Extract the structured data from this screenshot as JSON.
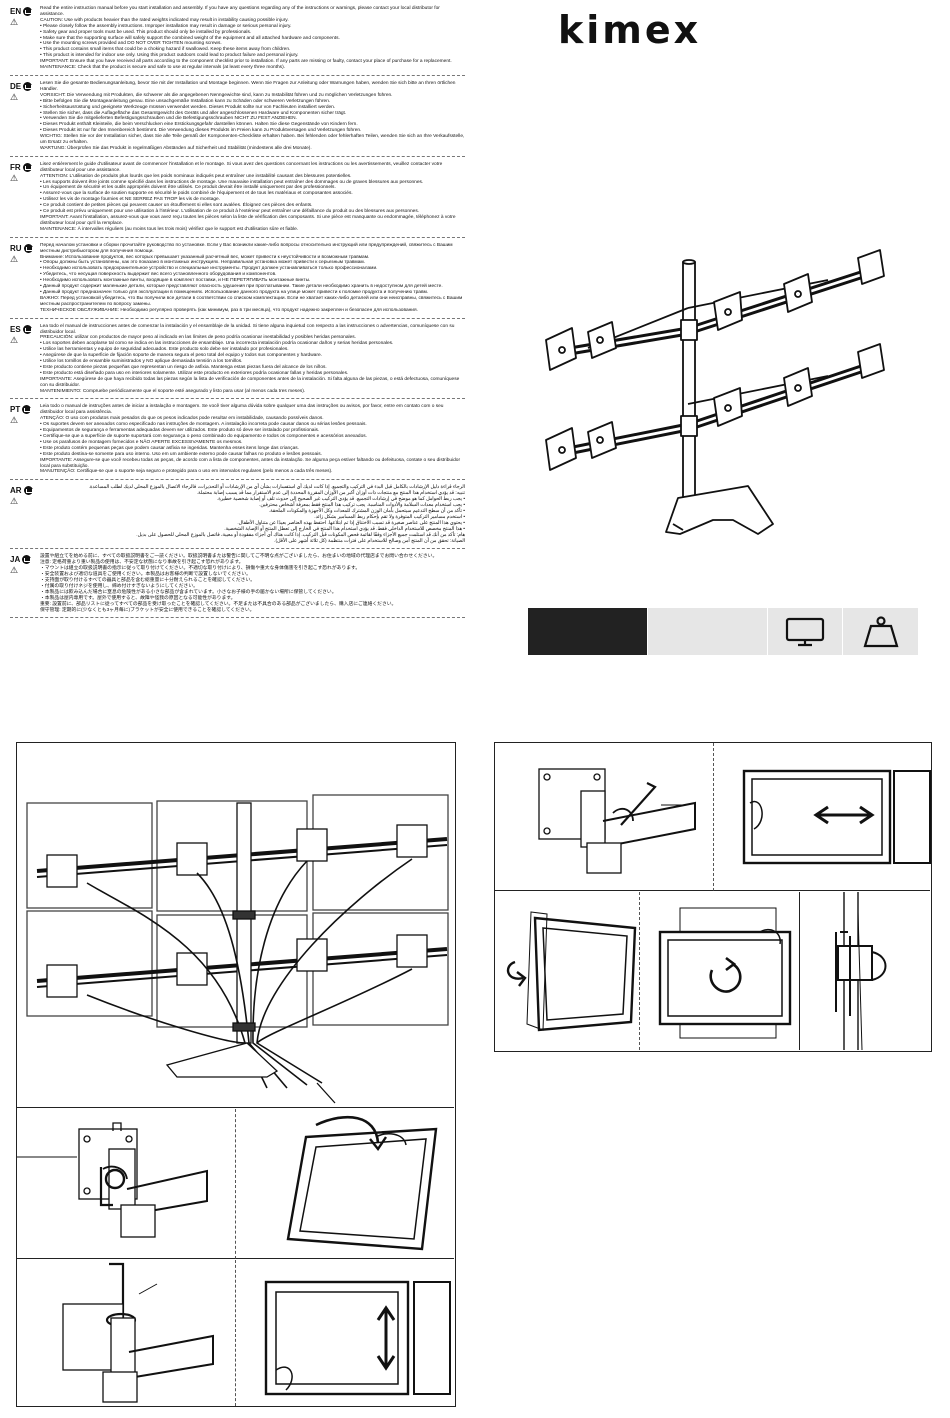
{
  "brand": {
    "logo_text": "kimex"
  },
  "icons": {
    "monitor": "monitor-icon",
    "weight": "weight-icon",
    "manual": "read-manual-icon",
    "warning": "warning-icon"
  },
  "colors": {
    "ink": "#111111",
    "spec_dark": "#222222",
    "spec_light": "#e6e6e6"
  },
  "sections": [
    {
      "code": "EN",
      "lines": [
        "Read the entire instruction manual before you start installation and assembly. If you have any questions regarding any of the instructions or warnings, please contact your local distributor for assistance.",
        "CAUTION: Use with products heavier than the rated weights indicated may result in instability causing possible injury.",
        "• Please closely follow the assembly instructions. Improper installation may result in damage or serious personal injury.",
        "• Safety gear and proper tools must be used. This product should only be installed by professionals.",
        "• Make sure that the supporting surface will safely support the combined weight of the equipment and all attached hardware and components.",
        "• Use the mounting screws provided and DO NOT OVER TIGHTEN mounting screws.",
        "• This product contains small items that could be a choking hazard if swallowed. Keep these items away from children.",
        "• This product is intended for indoor use only. Using this product outdoors could lead to product failure and personal injury.",
        "IMPORTANT: Ensure that you have received all parts according to the component checklist prior to installation. If any parts are missing or faulty, contact your place of purchase for a replacement.",
        "MAINTENANCE: Check that the product is secure and safe to use at regular intervals (at least every three months)."
      ]
    },
    {
      "code": "DE",
      "lines": [
        "Lesen Sie die gesamte Bedienungsanleitung, bevor Sie mit der Installation und Montage beginnen. Wenn Sie Fragen zur Anleitung oder Warnungen haben, wenden Sie sich bitte an Ihren örtlichen Händler.",
        "VORSICHT: Die Verwendung mit Produkten, die schwerer als die angegebenen Nenngewichte sind, kann zu Instabilität führen und zu möglichen Verletzungen führen.",
        "• Bitte befolgen Sie die Montageanleitung genau. Eine unsachgemäße Installation kann zu Schäden oder schweren Verletzungen führen.",
        "• Sicherheitsausrüstung und geeignete Werkzeuge müssen verwendet werden. Dieses Produkt sollte nur von Fachleuten installiert werden.",
        "• Stellen Sie sicher, dass die Auflagefläche das Gesamtgewicht des Geräts und aller angeschlossenen Hardware und Komponenten sicher trägt.",
        "• Verwenden Sie die mitgelieferten Befestigungsschrauben und die Befestigungsschrauben NICHT ZU FEST ANZIEHEN.",
        "• Dieses Produkt enthält Kleinteile, die beim Verschlucken eine Erstickungsgefahr darstellen können. Halten Sie diese Gegenstände von Kindern fern.",
        "• Dieses Produkt ist nur für den Innenbereich bestimmt. Die Verwendung dieses Produkts im Freien kann zu Produktversagen und Verletzungen führen.",
        "WICHTIG: Stellen Sie vor der Installation sicher, dass Sie alle Teile gemäß der Komponenten-Checkliste erhalten haben. Bei fehlenden oder fehlerhaften Teilen, wenden Sie sich an Ihre Verkaufsstelle, um Ersatz zu erhalten.",
        "WARTUNG: Überprüfen Sie das Produkt in regelmäßigen Abständen auf Sicherheit und Stabilität (mindestens alle drei Monate)."
      ]
    },
    {
      "code": "FR",
      "lines": [
        "Lisez entièrement le guide d'utilisateur avant de commencer l'installation et le montage. Si vous avez des questions concernant les instructions ou les avertissements, veuillez contacter votre distributeur local pour une assistance.",
        "ATTENTION: L'utilisation de produits plus lourds que les poids nominaux indiqués peut entraîner une instabilité causant des blessures potentielles.",
        "• Les supports doivent être joints comme spécifié dans les instructions de montage. Une mauvaise installation peut entraîner des dommages ou de graves blessures aux personnes.",
        "• Un équipement de sécurité et les outils appropriés doivent être utilisés. Ce produit devrait être installé uniquement par des professionnels.",
        "• Assurez-vous que la surface de soutien supporte en sécurité le poids combiné de l'équipement et de tous les matériaux et composantes associés.",
        "• Utilisez les vis de montage fournies et NE SERREZ PAS TROP les vis de montage.",
        "• Ce produit contient de petites pièces qui peuvent causer un étouffement si elles sont avalées. Éloignez ces pièces des enfants.",
        "• Ce produit est prévu uniquement pour une utilisation à l'intérieur. L'utilisation de ce produit à l'extérieur peut entraîner une défaillance du produit ou des blessures aux personnes.",
        "IMPORTANT: Avant l'installation, assurez-vous que vous avez reçu toutes les pièces selon la liste de vérification des composants. Si une pièce est manquante ou endommagée, téléphonez à votre distributeur local pour qu'il la remplace.",
        "MAINTENANCE: À intervalles réguliers (au moins tous les trois mois) vérifiez que le support est d'utilisation sûre et fiable."
      ]
    },
    {
      "code": "RU",
      "lines": [
        "Перед началом установки и сборки прочитайте руководство по установке. Если у Вас возникли какие-либо вопросы относительно инструкций или предупреждений, свяжитесь с Вашим местным дистрибьютором для получения помощи.",
        "Внимание: Использование продуктов, вес которых превышает указанный расчетный вес, может привести к неустойчивости и возможным травмам.",
        "• Опоры должны быть установлены, как это показано в монтажных инструкциях. Неправильная установка может привести к серьезным травмам.",
        "• Необходимо использовать предохранительное устройство и специальные инструменты. Продукт должен устанавливаться только профессионалами.",
        "• Убедитесь, что несущая поверхность выдержит вес всего установленного оборудования и компонентов.",
        "• Необходимо использовать монтажные винты, входящие в комплект поставки, и НЕ ПЕРЕТЯГИВАТЬ монтажные винты.",
        "• Данный продукт содержит маленькие детали, которые представляют опасность удушения при проглатывании. Такие детали необходимо хранить в недоступном для детей месте.",
        "• Данный продукт предназначен только для эксплуатации в помещениях. Использование данного продукта на улице может привести к поломке продукта и получению травм.",
        "ВАЖНО: Перед установкой убедитесь, что Вы получили все детали в соответствии со списком комплектации. Если не хватает каких-либо деталей или они неисправны, свяжитесь с Вашим местным распространителем по вопросу замены.",
        "ТЕХНИЧЕСКОЕ ОБСЛУЖИВАНИЕ: Необходимо регулярно проверять (как минимум, раз в три месяца), что продукт надежно закреплен и безопасен для использования."
      ]
    },
    {
      "code": "ES",
      "lines": [
        "Lea todo el manual de instrucciones antes de comenzar la instalación y el ensamblaje de la unidad. Si tiene alguna inquietud con respecto a las instrucciones o advertencias, comuníquese con su distribuidor local.",
        "PRECAUCIÓN: utilizar con productos de mayor peso al indicado en las límites de peso podría ocasionar inestabilidad y posibles heridas personales.",
        "• Los soportes deben acoplarse tal como se indica en las instrucciones de ensamblaje. Una incorrecta instalación podría ocasionar daños y serias heridas personales.",
        "• Utilice las herramientas y equipo de seguridad adecuados. Este producto solo debe ser instalado por profesionales.",
        "• Asegúrese de que la superficie de fijación soporte de manera segura el peso total del equipo y todos sus componentes y hardware.",
        "• Utilice los tornillos de ensamble suministrados y NO aplique demasiada tensión a los tornillos.",
        "• Este producto contiene piezas pequeñas que representan un riesgo de asfixia. Mantenga estas piezas fuera del alcance de los niños.",
        "• Este producto está diseñado para uso en interiores solamente. Utilizar este producto en exteriores podría ocasionar fallas y heridas personales.",
        "IMPORTANTE: Asegúrese de que haya recibido todas las piezas según la lista de verificación de componentes antes de la instalación. Si falta alguna de las piezas, o está defectuosa, comuníquese con su distribuidor.",
        "MANTENIMIENTO: Compruebe periódicamente que el soporte esté asegurado y listo para usar (al menos cada tres meses)."
      ]
    },
    {
      "code": "PT",
      "lines": [
        "Leia todo o manual de instruções antes de iniciar a instalação e montagem. Se você tiver alguma dúvida sobre qualquer uma das instruções ou avisos, por favor, entre em contato com o seu distribuidor local para assistência.",
        "ATENÇÃO: O uso com produtos mais pesados do que os pesos indicados pode resultar em instabilidade, causando possíveis danos.",
        "• Os suportes devem ser anexados como especificado nas instruções de montagem. A instalação incorreta pode causar danos ou sérias lesões pessoais.",
        "• Equipamentos de segurança e ferramentas adequadas devem ser utilizados. Este produto só deve ser instalado por profissionais.",
        "• Certifique-se que a superfície de suporte suportará com segurança o peso combinado do equipamento e todos os componentes e acessórios anexados.",
        "• Use os parafusos de montagem fornecidos e NÃO APERTE EXCESSIVAMENTE os mesmos.",
        "• Este produto contém pequenas peças que podem causar asfixia se ingeridas. Mantenha esses itens longe das crianças.",
        "• Este produto destina-se somente para uso interno. Uso em um ambiente externo pode causar falhas no produto e lesões pessoais.",
        "IMPORTANTE: Assegure-se que você recebeu todas as peças, de acordo com a lista de componentes, antes da instalação. Se alguma peça estiver faltando ou defeituosa, contate o seu distribuidor local para substituição.",
        "MANUTENÇÃO: Certifique-se que o suporte seja seguro e protegido para o uso em intervalos regulares (pelo menos a cada três meses)."
      ]
    },
    {
      "code": "AR",
      "lines": [
        "الرجاء قراءة دليل الإرشادات بالكامل قبل البدء في التركيب والتجميع. إذا كانت لديك أي استفسارات بشأن أي من الإرشادات أو التحذيرات، فالرجاء الاتصال بالموزع المحلي لديك لطلب المساعدة.",
        "تنبيه: قد يؤدي استخدام هذا المنتج مع منتجات ذات أوزان أكبر من الأوزان المقررة المحددة إلى عدم الاستقرار مما قد يسبب إصابة محتملة.",
        "• يجب ربط الحوامل كما هو موضح في إرشادات التجميع. قد يؤدي التركيب غير الصحيح إلى حدوث تلف أو إصابة شخصية خطيرة.",
        "• يجب استخدام معدات السلامة والأدوات المناسبة. يجب تركيب هذا المنتج فقط بمعرفة أشخاص محترفين.",
        "• تأكد من أن سطح التدعيم سيتحمل بأمان الوزن المشترك للمعدات وكل الأجهزة والمكونات الملحقة.",
        "• استخدم مسامير التركيب المتوفرة ولا تقم بإحكام ربط المسامير بشكل زائد.",
        "• يحتوي هذا المنتج على عناصر صغيرة قد تسبب الاختناق إذا تم ابتلاعها. احتفظ بهذه العناصر بعيدًا عن متناول الأطفال.",
        "• هذا المنتج مخصص للاستخدام الداخلي فقط. قد يؤدي استخدام هذا المنتج في الخارج إلى تعطل المنتج أو الإصابة الشخصية.",
        "هام: تأكد من أنك قد استلمت جميع الأجزاء وفقًا لقائمة فحص المكونات قبل التركيب. إذا كانت هناك أي أجزاء مفقودة أو معيبة، فاتصل بالموزع المحلي للحصول على بديل.",
        "الصيانة: تحقق من أن المنتج آمن وصالح للاستخدام على فترات منتظمة (كل ثلاثة أشهر على الأقل)."
      ]
    },
    {
      "code": "JA",
      "lines": [
        "設置や組立てを始める前に、すべての取扱説明書をご一読ください。取扱説明書または警告に関してご不明な点がございましたら、お住まいの地域の代理店までお問い合わせください。",
        "注意: 定格荷重より重い製品の使用は、不安定な状態になり事故を引き起こす恐れがあります。",
        "・マウントは組立の取扱説明書の指示に従って取り付けてください。不適切な取り付けにより、損傷や重大な身体傷害を引き起こす恐れがあります。",
        "・安全装置および適切な道具をご使用ください。本製品はお客様の判断で設置しないでください。",
        "・支持面が取り付けるすべての器具と部品を含む総重量に十分耐えられることを確認してください。",
        "・付属の取り付けネジを使用し、締め付けすぎないようにしてください。",
        "・本製品には飲み込んだ場合に窒息の危険性がある小さな部品が含まれています。小さなお子様の手の届かない場所に保管してください。",
        "・本製品は屋内専用です。屋外で使用すると、故障や怪我の原因となる可能性があります。",
        "重要: 設置前に、部品リストに従ってすべての部品を受け取ったことを確認してください。不足または不具合のある部品がございましたら、購入店にご連絡ください。",
        "保守管理: 定期的に(少なくとも3ヶ月毎に)ブラケットが安全に使用できることを確認してください。"
      ]
    }
  ]
}
